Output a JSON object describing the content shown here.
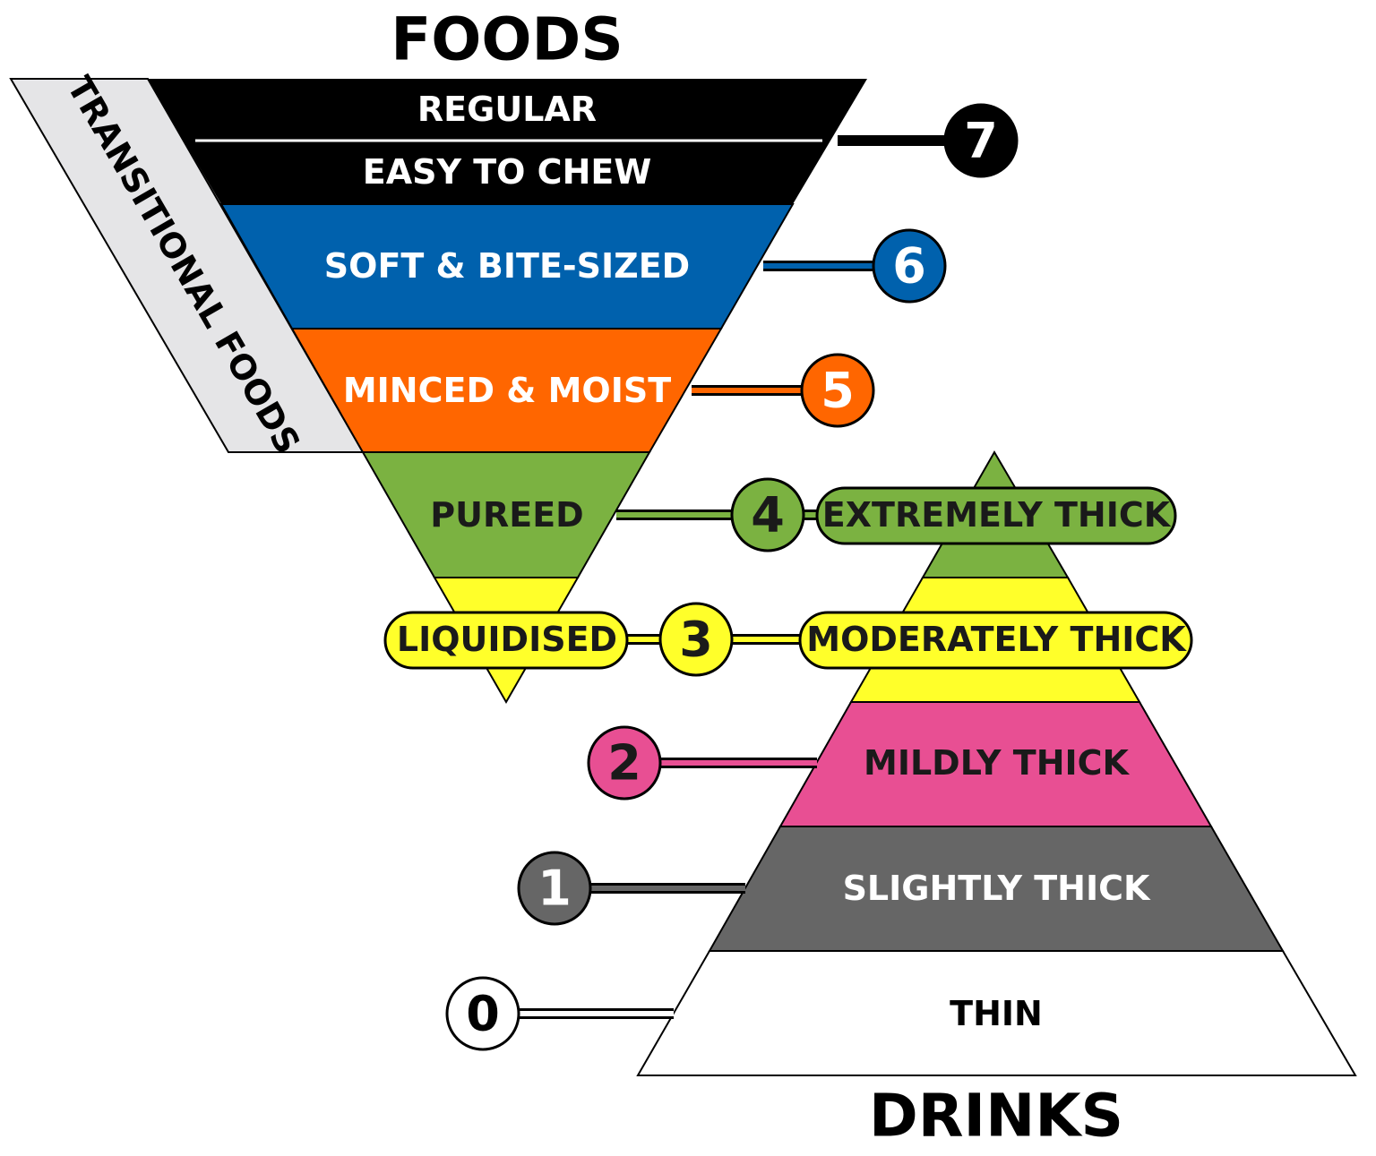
{
  "foods_title": "FOODS",
  "drinks_title": "DRINKS",
  "transitional_label": "TRANSITIONAL FOODS",
  "food_levels": [
    {
      "label": "REGULAR",
      "color": "#000000",
      "text_color": "#ffffff"
    },
    {
      "label": "EASY TO CHEW",
      "color": "#000000",
      "text_color": "#ffffff"
    },
    {
      "label": "SOFT & BITE-SIZED",
      "color": "#0061ad",
      "text_color": "#ffffff"
    },
    {
      "label": "MINCED & MOIST",
      "color": "#ff6600",
      "text_color": "#ffffff"
    },
    {
      "label": "PUREED",
      "color": "#7bb241",
      "text_color": "#1a1a1a"
    },
    {
      "label": "LIQUIDISED",
      "color": "#ffff2a",
      "text_color": "#1a1a1a"
    }
  ],
  "drink_levels": [
    {
      "label": "EXTREMELY THICK",
      "color": "#7bb241",
      "text_color": "#1a1a1a"
    },
    {
      "label": "MODERATELY THICK",
      "color": "#ffff2a",
      "text_color": "#1a1a1a"
    },
    {
      "label": "MILDLY THICK",
      "color": "#e84f93",
      "text_color": "#1a1a1a"
    },
    {
      "label": "SLIGHTLY THICK",
      "color": "#666666",
      "text_color": "#ffffff"
    },
    {
      "label": "THIN",
      "color": "#ffffff",
      "text_color": "#000000"
    }
  ],
  "level_numbers": [
    {
      "number": "7",
      "color": "#000000",
      "text_color": "#ffffff"
    },
    {
      "number": "6",
      "color": "#0061ad",
      "text_color": "#ffffff"
    },
    {
      "number": "5",
      "color": "#ff6600",
      "text_color": "#ffffff"
    },
    {
      "number": "4",
      "color": "#7bb241",
      "text_color": "#1a1a1a"
    },
    {
      "number": "3",
      "color": "#ffff2a",
      "text_color": "#1a1a1a"
    },
    {
      "number": "2",
      "color": "#e84f93",
      "text_color": "#1a1a1a"
    },
    {
      "number": "1",
      "color": "#666666",
      "text_color": "#ffffff"
    },
    {
      "number": "0",
      "color": "#ffffff",
      "text_color": "#000000"
    }
  ],
  "transitional_color": "#e5e5e7"
}
